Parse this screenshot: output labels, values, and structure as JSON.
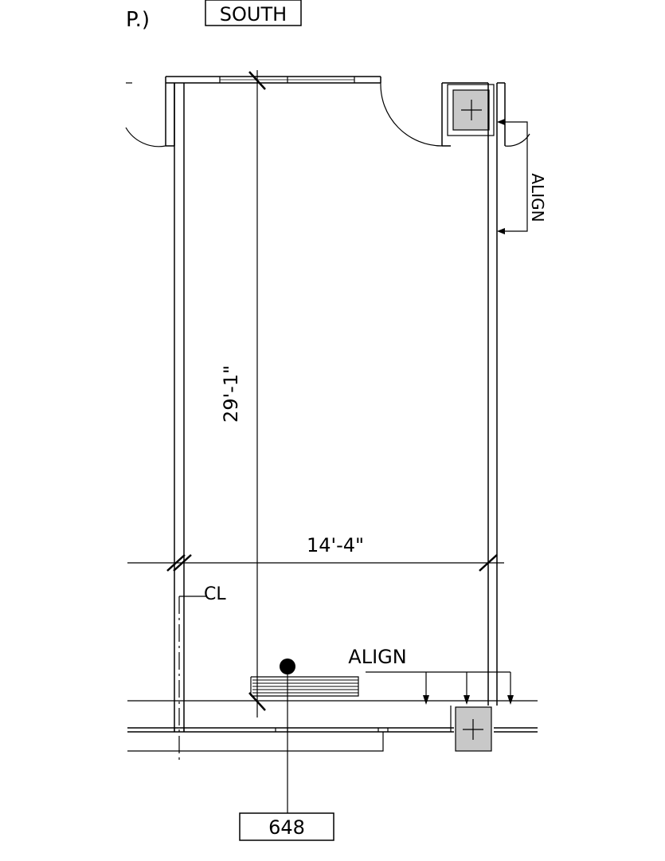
{
  "labels": {
    "top_left_fragment": "P.)",
    "top_tag": "SOUTH",
    "align_right": "ALIGN",
    "align_bottom": "ALIGN",
    "dim_vertical": "29'-1\"",
    "dim_horizontal": "14'-4\"",
    "centerline": "CL",
    "room_tag": "648"
  },
  "colors": {
    "line": "#000000",
    "column_fill": "#c8c8c8",
    "background": "#ffffff"
  }
}
